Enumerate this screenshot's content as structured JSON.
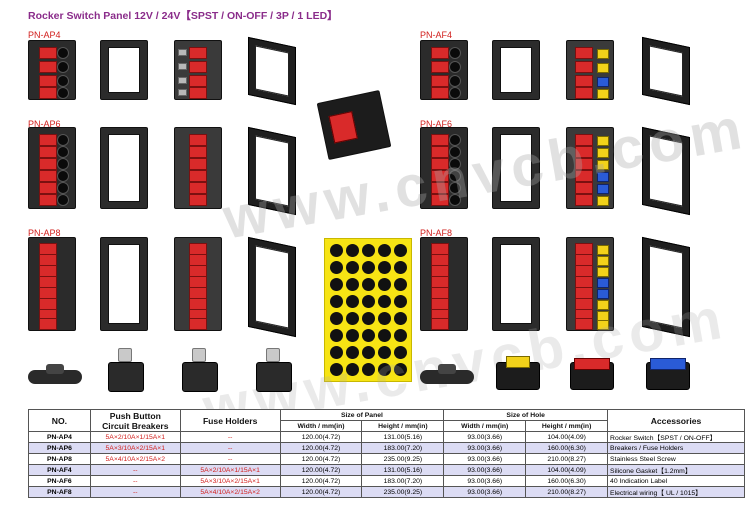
{
  "title": "Rocker Switch Panel 12V  / 24V【SPST / ON-OFF / 3P / 1 LED】",
  "labels": {
    "left_ap4": "PN-AP4",
    "left_ap6": "PN-AP6",
    "left_ap8": "PN-AP8",
    "right_af4": "PN-AF4",
    "right_af6": "PN-AF6",
    "right_af8": "PN-AF8"
  },
  "watermark": "www.cnvcb.com",
  "table": {
    "headers": {
      "no": "NO.",
      "push_button": "Push Button",
      "circuit_breakers": "Circuit Breakers",
      "fuse_holders": "Fuse Holders",
      "size_of_panel": "Size of Panel",
      "size_of_hole": "Size of Hole",
      "accessories": "Accessories",
      "width": "Width / mm(in)",
      "height": "Height / mm(in)"
    },
    "rows": [
      {
        "no": "PN-AP4",
        "breakers": "5A×2/10A×1/15A×1",
        "fuse": "--",
        "pw": "120.00(4.72)",
        "ph": "131.00(5.16)",
        "hw": "93.00(3.66)",
        "hh": "104.00(4.09)",
        "acc": "Rocker Switch【SPST / ON-OFF】"
      },
      {
        "no": "PN-AP6",
        "breakers": "5A×3/10A×2/15A×1",
        "fuse": "--",
        "pw": "120.00(4.72)",
        "ph": "183.00(7.20)",
        "hw": "93.00(3.66)",
        "hh": "160.00(6.30)",
        "acc": "Breakers / Fuse Holders"
      },
      {
        "no": "PN-AP8",
        "breakers": "5A×4/10A×2/15A×2",
        "fuse": "--",
        "pw": "120.00(4.72)",
        "ph": "235.00(9.25)",
        "hw": "93.00(3.66)",
        "hh": "210.00(8.27)",
        "acc": "Stainless Steel Screw"
      },
      {
        "no": "PN-AF4",
        "breakers": "--",
        "fuse": "5A×2/10A×1/15A×1",
        "pw": "120.00(4.72)",
        "ph": "131.00(5.16)",
        "hw": "93.00(3.66)",
        "hh": "104.00(4.09)",
        "acc": "Silicone Gasket【1.2mm】"
      },
      {
        "no": "PN-AF6",
        "breakers": "--",
        "fuse": "5A×3/10A×2/15A×1",
        "pw": "120.00(4.72)",
        "ph": "183.00(7.20)",
        "hw": "93.00(3.66)",
        "hh": "160.00(6.30)",
        "acc": "40 Indication Label"
      },
      {
        "no": "PN-AF8",
        "breakers": "--",
        "fuse": "5A×4/10A×2/15A×2",
        "pw": "120.00(4.72)",
        "ph": "235.00(9.25)",
        "hw": "93.00(3.66)",
        "hh": "210.00(8.27)",
        "acc": "Electrical wiring【 UL / 1015】"
      }
    ]
  },
  "colors": {
    "title": "#8a2c8a",
    "label": "#d2201e",
    "switch_red": "#d92a2a",
    "sticker": "#f7e414",
    "row_alt": "#dcdcf4"
  }
}
